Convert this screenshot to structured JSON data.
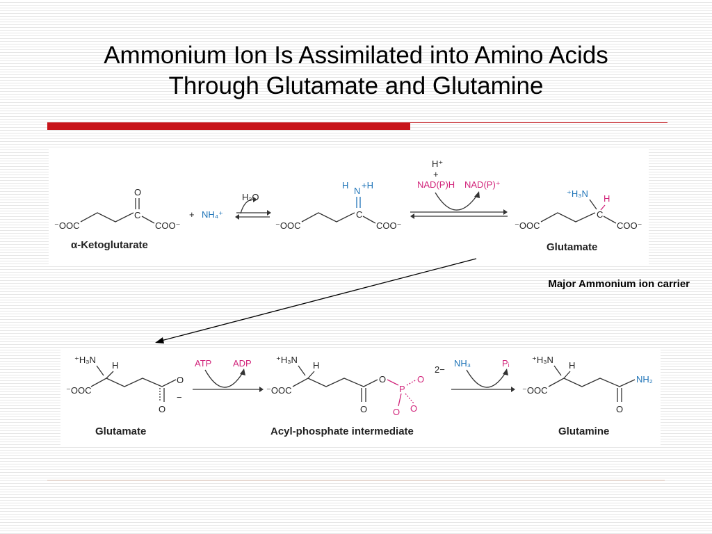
{
  "slide": {
    "title_line1": "Ammonium Ion Is Assimilated into Amino Acids",
    "title_line2": "Through Glutamate and Glutamine",
    "carrier_note": "Major Ammonium ion carrier"
  },
  "reaction1": {
    "akg": {
      "o_top": "O",
      "left": "⁻OOC",
      "c": "C",
      "right": "COO⁻",
      "name": "α-Ketoglutarate"
    },
    "plus": "+",
    "nh4": "NH₄⁺",
    "h2o": "H₂O",
    "imine": {
      "h_left": "H",
      "n": "N",
      "h_right": "+H",
      "c": "C",
      "left": "⁻OOC",
      "right": "COO⁻"
    },
    "reductant": {
      "h_plus": "H⁺",
      "plus": "+",
      "nadph": "NAD(P)H",
      "nadp": "NAD(P)⁺"
    },
    "glutamate": {
      "amine": "⁺H₃N",
      "h": "H",
      "c": "C",
      "left": "⁻OOC",
      "right": "COO⁻",
      "name": "Glutamate"
    }
  },
  "reaction2": {
    "glutamate": {
      "amine": "⁺H₃N",
      "h": "H",
      "left": "⁻OOC",
      "o_right": "O",
      "o_bottom": "O",
      "minus": "−",
      "name": "Glutamate"
    },
    "atp": "ATP",
    "adp": "ADP",
    "acyl": {
      "amine": "⁺H₃N",
      "h": "H",
      "left": "⁻OOC",
      "o_bridge": "O",
      "o_carbonyl": "O",
      "p": "P",
      "o1": "O",
      "o2": "O",
      "o3": "O",
      "charge": "2−",
      "name": "Acyl-phosphate intermediate"
    },
    "nh3": "NH₃",
    "pi": "Pᵢ",
    "glutamine": {
      "amine": "⁺H₃N",
      "h": "H",
      "left": "⁻OOC",
      "nh2": "NH₂",
      "o": "O",
      "name": "Glutamine"
    }
  },
  "colors": {
    "accent_red": "#c8151b",
    "reagent_blue": "#1f74b8",
    "cofactor_pink": "#d1237a"
  }
}
